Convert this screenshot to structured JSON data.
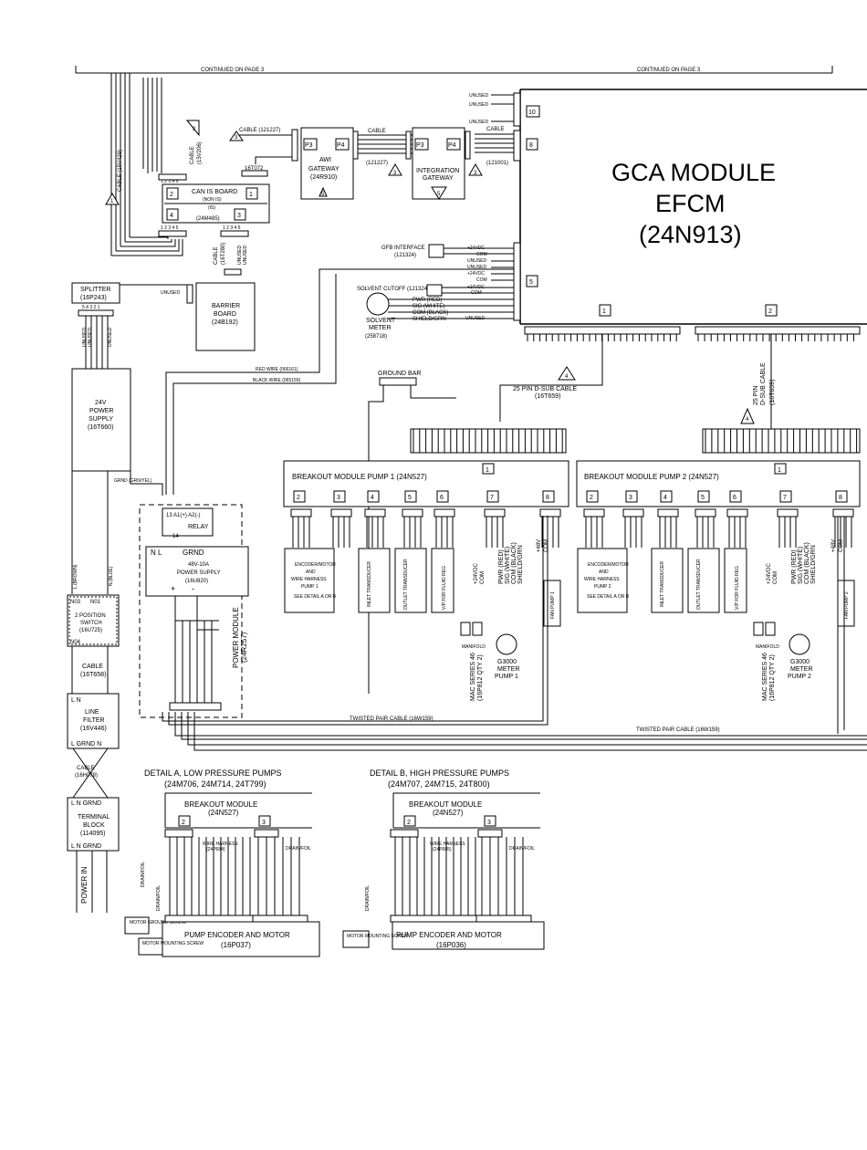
{
  "top": {
    "continued_left": "CONTINUED ON PAGE 3",
    "continued_right": "CONTINUED ON PAGE 3"
  },
  "gca": {
    "line1": "GCA MODULE",
    "line2": "EFCM",
    "line3": "(24N913)",
    "port10": "10",
    "port8": "8",
    "port5": "5",
    "port1": "1",
    "port2": "2",
    "unused": "UNUSED",
    "cable": "CABLE"
  },
  "gfb": {
    "label": "GFB INTERFACE",
    "pn": "(121324)",
    "p24": "+24VDC",
    "com": "COM",
    "unused": "UNUSED"
  },
  "solvent": {
    "cutoff": "SOLVENT CUTOFF (121324)",
    "p24": "+24VDC",
    "com": "COM",
    "pwr": "PWR (RED)",
    "sig": "SIG (WHITE)",
    "comb": "COM (BLACK)",
    "shield": "SHIELD/GRN",
    "meter": "SOLVENT",
    "meter2": "METER",
    "meter_pn": "(258718)",
    "unused": "UNUSED"
  },
  "awi": {
    "p3": "P3",
    "p4": "P4",
    "name": "AWI",
    "name2": "GATEWAY",
    "pn": "(24R910)"
  },
  "integ": {
    "p3": "P3",
    "p4": "P4",
    "name": "INTEGRATION",
    "name2": "GATEWAY"
  },
  "cables": {
    "c121227": "CABLE (121227)",
    "p121227": "(121227)",
    "p121001": "(121001)",
    "c16t072": "16T072",
    "c15v206": "(15V206)",
    "cable15v206": "CABLE",
    "c15v429": "CABLE (15V429)",
    "c16t280": "(16T280)",
    "cablew": "CABLE",
    "dsub25": "25 PIN D-SUB CABLE",
    "dsub25pn": "(16T659)",
    "dsub25b": "25 PIN",
    "dsub25c": "D-SUB CABLE",
    "dsub25bpn": "(16T659)",
    "redwire": "RED WIRE (066161)",
    "blackwire": "BLACK WIRE (065159)",
    "twisted1": "TWISTED PAIR CABLE (16W159)",
    "twisted2": "TWISTED PAIR CABLE (16W159)",
    "grnd": "GRND (GRN/YEL)"
  },
  "can": {
    "title": "CAN IS BOARD",
    "nonis": "(NON IS)",
    "is": "(IS)",
    "pn": "(24M485)",
    "p2": "2",
    "p1": "1",
    "p4": "4",
    "p3": "3",
    "pins": "1 2 3 4 5"
  },
  "splitter": {
    "name": "SPLITTER",
    "pn": "(16P243)",
    "unused": "UNUSED",
    "pins": "5 4 3 2 1"
  },
  "barrier": {
    "name": "BARRIER",
    "name2": "BOARD",
    "pn": "(24B192)"
  },
  "groundbar": "GROUND BAR",
  "psu24": {
    "l1": "24V",
    "l2": "POWER",
    "l3": "SUPPLY",
    "pn": "(16T660)"
  },
  "relay": {
    "pins": "13  A1(+) A2(-)",
    "pin14": "14",
    "name": "RELAY"
  },
  "psu48": {
    "nl": "N   L",
    "grnd": "GRND",
    "l1": "48V-10A",
    "l2": "POWER SUPPLY",
    "pn": "(16U820)",
    "plus": "+",
    "minus": "-"
  },
  "powermodule": {
    "name": "POWER MODULE",
    "pn": "(24R257)"
  },
  "switch": {
    "n03": "N03",
    "n01": "N01",
    "n04": "N04",
    "l1": "2 POSITION",
    "l2": "SWITCH",
    "pn": "(16U725)",
    "brown": "L (BROWN)",
    "blue": "N (BLUE)"
  },
  "cable16t658": {
    "l1": "CABLE",
    "pn": "(16T658)"
  },
  "linefilter": {
    "ln": "L        N",
    "l1": "LINE",
    "l2": "FILTER",
    "pn": "(16V446)",
    "grnd": "L  GRND  N"
  },
  "cable16h078": {
    "l1": "CABLE",
    "pn": "(16H078)"
  },
  "terminal": {
    "top": "L  N GRND",
    "l1": "TERMINAL",
    "l2": "BLOCK",
    "pn": "(114095)",
    "bot": "L  N GRND"
  },
  "powerin": "POWER IN",
  "bm1": {
    "title": "BREAKOUT MODULE PUMP 1 (24N527)",
    "p1": "1",
    "ports": [
      "2",
      "3",
      "4",
      "5",
      "6",
      "7",
      "8"
    ],
    "enc": [
      "ENCODER/MOTOR",
      "AND",
      "WIRE HARNESS",
      "PUMP 1",
      "SEE DETAIL A OR B"
    ],
    "inlet": "INLET TRANSDUCER",
    "outlet": "OUTLET TRANSDUCER",
    "vp": "V/P FOR FLUID REG",
    "mac": "MAC SERIES 46",
    "macpn": "(16P812 QTY 2)",
    "manifold": "MANIFOLD",
    "meter": "G3000",
    "meter2": "METER",
    "meter3": "PUMP 1",
    "fan": "FAN PUMP 1",
    "p48": "+48V",
    "com": "COM",
    "pwr": "PWR (RED)",
    "sig": "SIG (WHITE)",
    "comb": "COM (BLACK)",
    "shield": "SHIELD/GRN",
    "p24a": "+24VDC",
    "coma": "COM",
    "p24b": "+24VDC",
    "comb2": "COM"
  },
  "bm2": {
    "title": "BREAKOUT MODULE PUMP 2 (24N527)",
    "p1": "1",
    "ports": [
      "2",
      "3",
      "4",
      "5",
      "6",
      "7",
      "8"
    ],
    "enc": [
      "ENCODER/MOTOR",
      "AND",
      "WIRE HARNESS",
      "PUMP 2",
      "SEE DETAIL A OR B"
    ],
    "inlet": "INLET TRANSDUCER",
    "outlet": "OUTLET TRANSDUCER",
    "vp": "V/P FOR FLUID REG",
    "mac": "MAC SERIES 46",
    "macpn": "(16P812 QTY 2)",
    "manifold": "MANIFOLD",
    "meter": "G3000",
    "meter2": "METER",
    "meter3": "PUMP 2",
    "fan": "FAN PUMP 2",
    "p48": "+48V",
    "com": "COM",
    "pwr": "PWR (RED)",
    "sig": "SIG (WHITE)",
    "comb": "COM (BLACK)",
    "shield": "SHIELD/GRN",
    "p24a": "+24VDC",
    "coma": "COM",
    "p24b": "+24VDC",
    "comb2": "COM"
  },
  "detailA": {
    "title": "DETAIL A, LOW PRESSURE PUMPS",
    "pns": "(24M706, 24M714, 24T799)",
    "bm": "BREAKOUT MODULE",
    "bmpn": "(24N527)",
    "p2": "2",
    "p3": "3",
    "harness": "WIRE HARNESS",
    "harnesspn": "(24P684)",
    "drain": "DRAIN/FOIL",
    "enc": "PUMP ENCODER AND MOTOR",
    "encpn": "(16P037)",
    "ground": "MOTOR GROUND SCREW",
    "mount": "MOTOR MOUNTING SCREW"
  },
  "detailB": {
    "title": "DETAIL B, HIGH PRESSURE PUMPS",
    "pns": "(24M707, 24M715, 24T800)",
    "bm": "BREAKOUT MODULE",
    "bmpn": "(24N527)",
    "p2": "2",
    "p3": "3",
    "harness": "WIRE HARNESS",
    "harnesspn": "(24P685)",
    "drain": "DRAIN/FOIL",
    "enc": "PUMP ENCODER AND MOTOR",
    "encpn": "(16P036)",
    "mount": "MOTOR MOUNTING SCREW"
  },
  "badges": {
    "b3": "3",
    "b2": "2",
    "b5": "5",
    "b4": "4",
    "b1": "1"
  }
}
